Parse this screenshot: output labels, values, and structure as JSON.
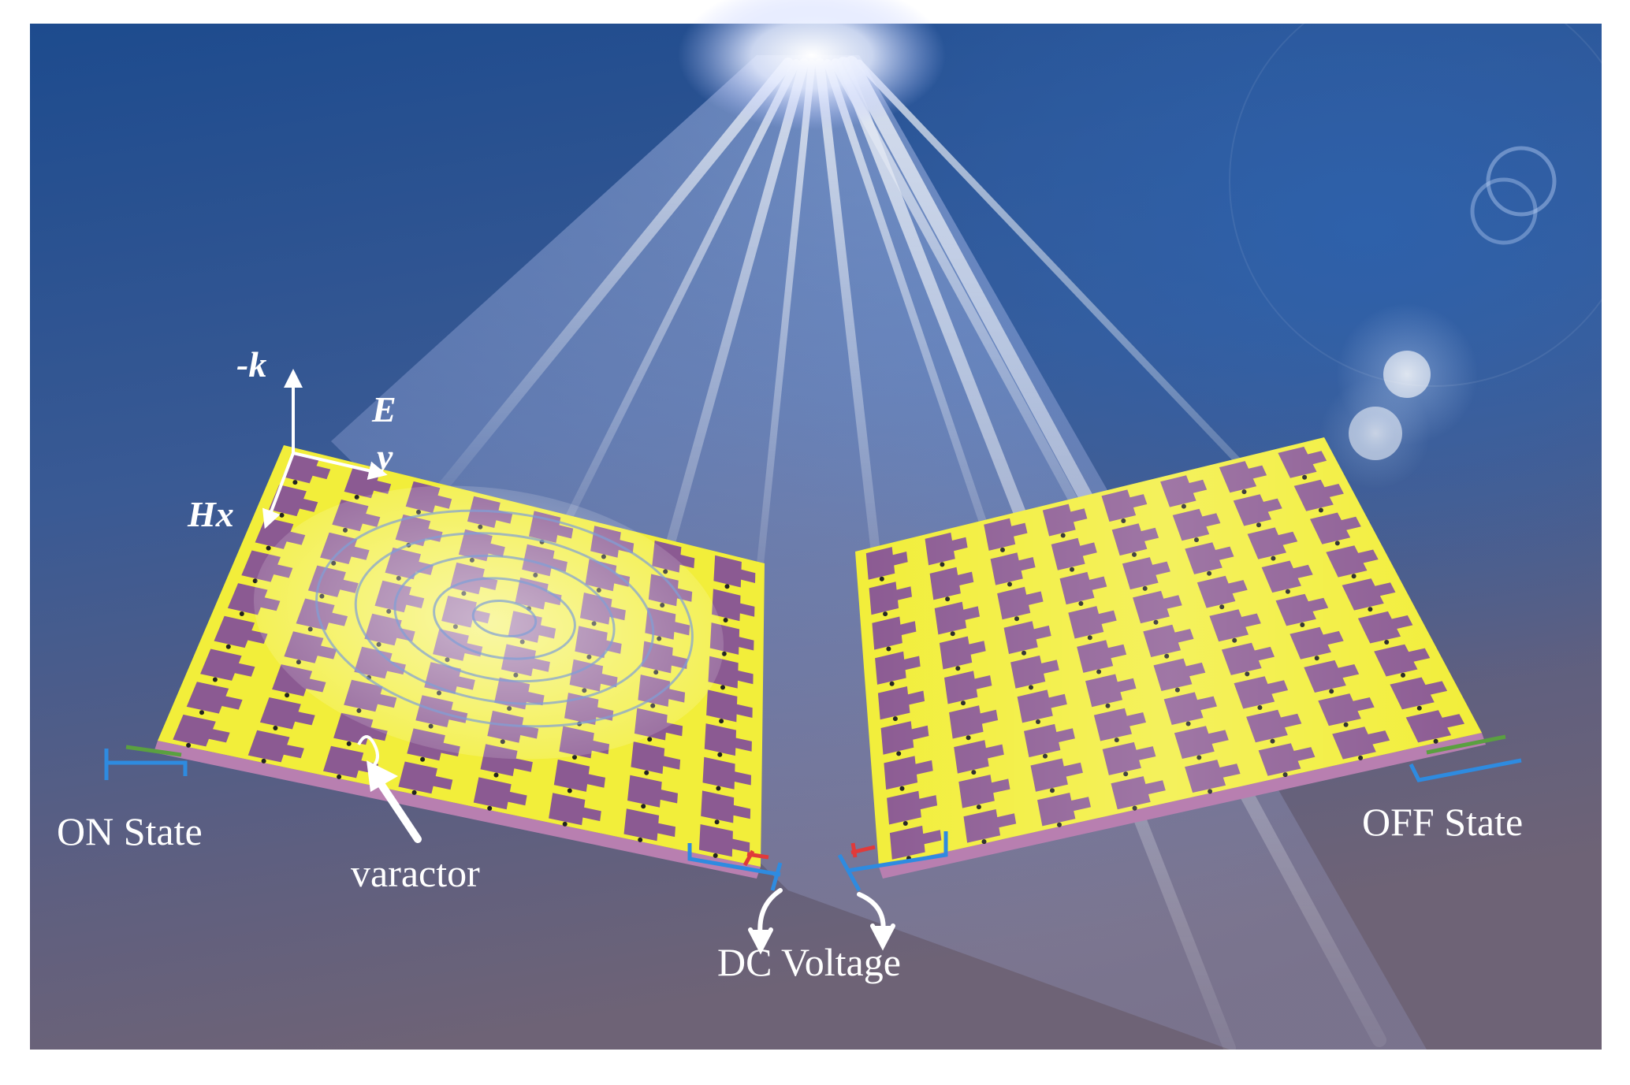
{
  "labels": {
    "minus_k": "-k",
    "e_field": "E",
    "y_axis": "y",
    "h_field": "Hx",
    "on_state": "ON State",
    "off_state": "OFF State",
    "varactor": "varactor",
    "dc_voltage": "DC Voltage"
  },
  "colors": {
    "sky_top": "#1e4a8c",
    "sky_bottom": "#6b6478",
    "beam": "#c8d2ff",
    "substrate": "#b87fb0",
    "metal_strip": "#f2ee3a",
    "unit_cell": "#8b5a92",
    "bias_line": "#2e8be0",
    "bias_red": "#e03a3a",
    "bias_green": "#5aa040"
  },
  "icons": [
    "arrow-icon",
    "light-source-icon",
    "lens-flare-icon"
  ]
}
